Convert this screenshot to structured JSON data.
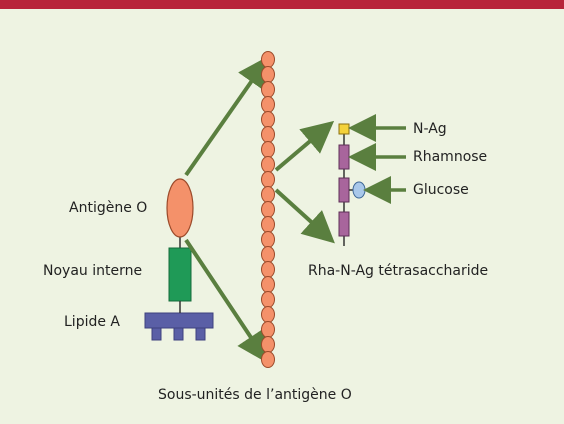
{
  "labels": {
    "antigen_o": "Antigène O",
    "core": "Noyau interne",
    "lipid_a": "Lipide A",
    "subunits": "Sous-unités de l’antigène O",
    "n_ag": "N-Ag",
    "rhamnose": "Rhamnose",
    "glucose": "Glucose",
    "tetrasaccharide": "Rha-N-Ag tétrasaccharide"
  },
  "colors": {
    "header_bar": "#b8243a",
    "background": "#eef3e2",
    "arrow": "#5a7f3f",
    "bead_fill": "#f4916a",
    "bead_stroke": "#9b4a2a",
    "core_fill": "#1f9a57",
    "lipid_fill": "#5a5fa6",
    "n_ag_fill": "#f4d23a",
    "rhamnose_fill": "#a8659c",
    "glucose_fill": "#a9c8ea"
  }
}
